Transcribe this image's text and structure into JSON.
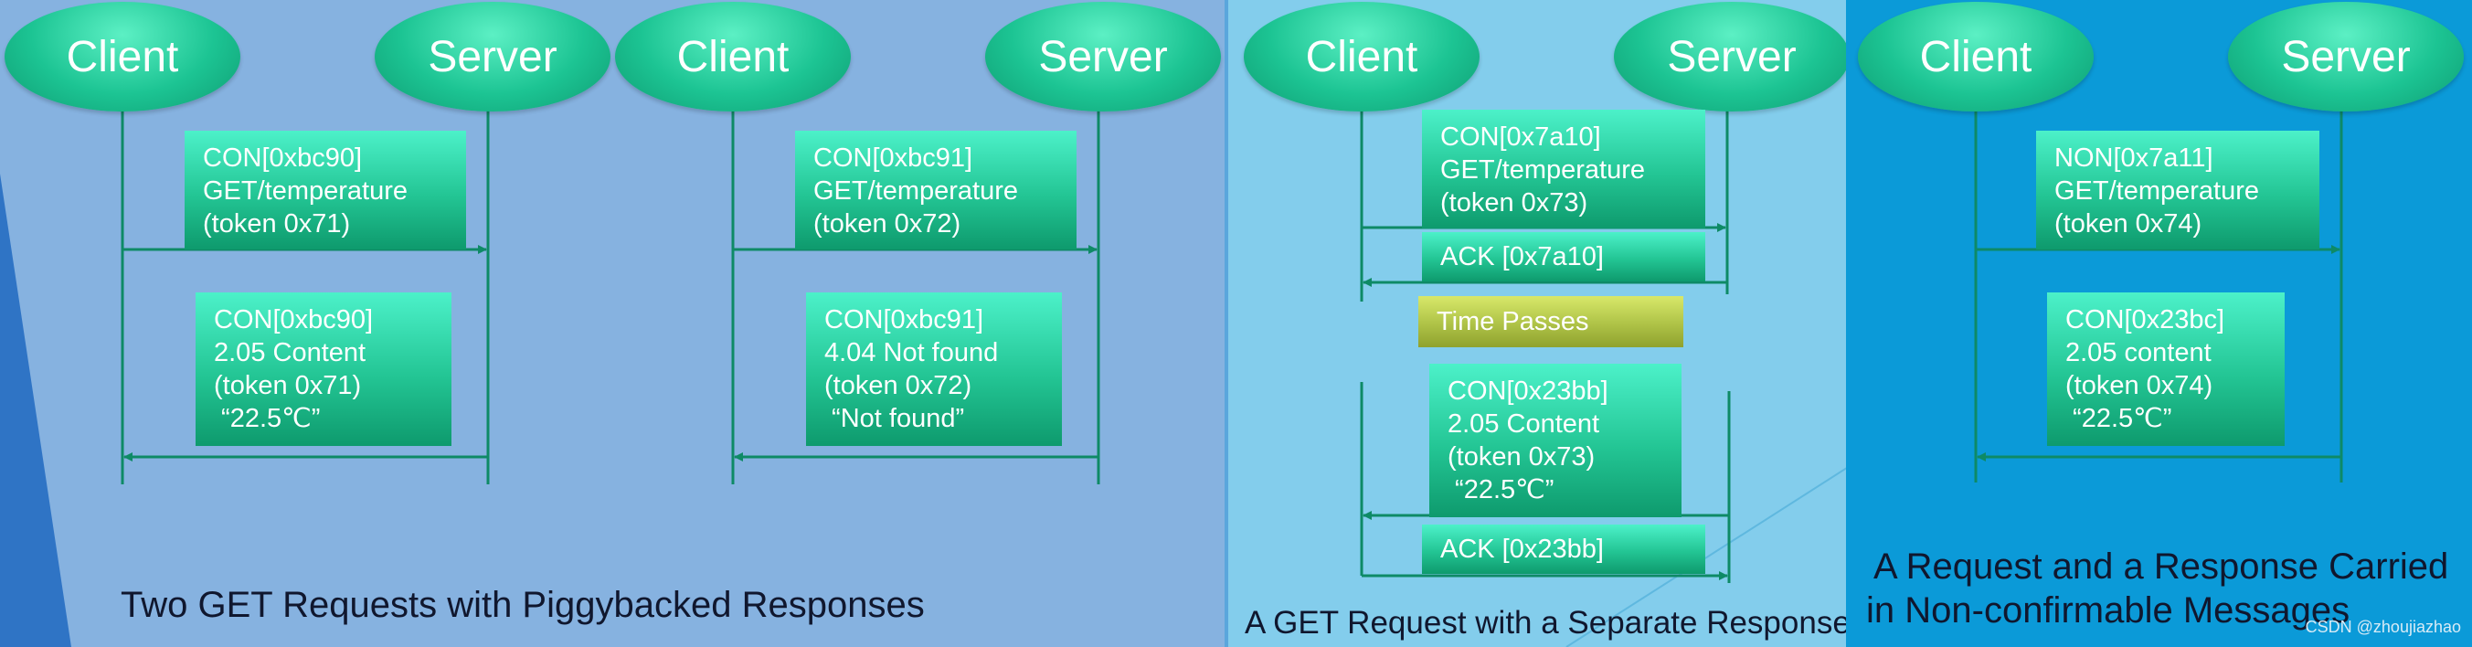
{
  "actors": {
    "client": "Client",
    "server": "Server"
  },
  "colors": {
    "panel1_bg": "#86b2e0",
    "panel2_bg": "#83cdec",
    "panel3_bg": "#0b9ad8",
    "node": "#1cc493",
    "arrow": "#0e8a66",
    "time_box": "#b2c64a",
    "caption_text": "#10172e"
  },
  "icons": {
    "arrowhead": "filled-triangle-arrowhead"
  },
  "panel1": {
    "caption": "Two GET Requests with Piggybacked Responses",
    "left": {
      "request": [
        "CON[0xbc90]",
        "GET/temperature",
        "(token 0x71)"
      ],
      "response": [
        "CON[0xbc90]",
        "2.05 Content",
        "(token 0x71)",
        " “22.5℃”"
      ]
    },
    "right": {
      "request": [
        "CON[0xbc91]",
        "GET/temperature",
        "(token 0x72)"
      ],
      "response": [
        "CON[0xbc91]",
        "4.04 Not found",
        "(token 0x72)",
        " “Not found”"
      ]
    }
  },
  "panel2": {
    "caption": "A GET Request with a Separate Response",
    "request": [
      "CON[0x7a10]",
      "GET/temperature",
      "(token 0x73)"
    ],
    "ack1": "ACK [0x7a10]",
    "time_passes": "Time Passes",
    "response": [
      "CON[0x23bb]",
      "2.05 Content",
      "(token 0x73)",
      " “22.5℃”"
    ],
    "ack2": "ACK [0x23bb]"
  },
  "panel3": {
    "caption_line1": "A Request and a Response Carried",
    "caption_line2": "in Non-confirmable Messages",
    "request": [
      "NON[0x7a11]",
      "GET/temperature",
      "(token 0x74)"
    ],
    "response": [
      "CON[0x23bc]",
      "2.05 content",
      "(token 0x74)",
      " “22.5℃”"
    ]
  },
  "watermark": "CSDN @zhoujiazhao"
}
